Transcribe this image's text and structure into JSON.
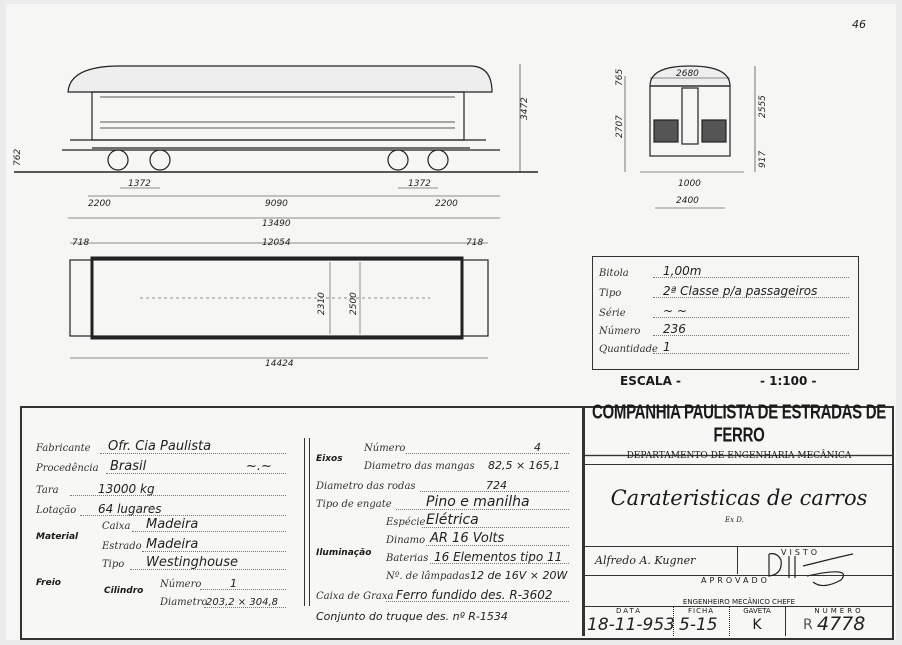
{
  "sheet_number": "46",
  "side_view": {
    "height": "3472",
    "floor_height": "762",
    "bogie_wheelbase_left": "1372",
    "bogie_wheelbase_right": "1372",
    "overhang_left": "2200",
    "bogie_centers": "9090",
    "overhang_right": "2200",
    "body_length": "13490"
  },
  "plan_view": {
    "end_left": "718",
    "body_inner": "12054",
    "end_right": "718",
    "inner_width": "2310",
    "outer_width": "2500",
    "total_length": "14424"
  },
  "end_view": {
    "width_top": "2680",
    "roof": "765",
    "height_total": "2707",
    "height_body": "2555",
    "floor": "917",
    "gauge": "1000",
    "track_width": "2400"
  },
  "spec": [
    {
      "label": "Bitola",
      "value": "1,00m"
    },
    {
      "label": "Tipo",
      "value": "2ª Classe p/a passageiros"
    },
    {
      "label": "Série",
      "value": "~ ~"
    },
    {
      "label": "Número",
      "value": "236"
    },
    {
      "label": "Quantidade",
      "value": "1"
    }
  ],
  "scale": {
    "label": "ESCALA -",
    "value": "- 1:100 -"
  },
  "form": {
    "fabricante": {
      "label": "Fabricante",
      "value": "Ofr. Cia Paulista"
    },
    "procedencia": {
      "label": "Procedência",
      "value": "Brasil",
      "extra": "~.~"
    },
    "tara": {
      "label": "Tara",
      "value": "13000 kg"
    },
    "lotacao": {
      "label": "Lotação",
      "value": "64 lugares"
    },
    "material": {
      "label": "Material",
      "caixa_label": "Caixa",
      "caixa": "Madeira",
      "estrado_label": "Estrado",
      "estrado": "Madeira"
    },
    "freio": {
      "label": "Freio",
      "tipo_label": "Tipo",
      "tipo": "Westinghouse",
      "cilindro_label": "Cilindro",
      "numero_label": "Número",
      "numero": "1",
      "diametro_label": "Diametro",
      "diametro": "203,2 × 304,8"
    },
    "eixos": {
      "label": "Eixos",
      "numero_label": "Número",
      "numero": "4",
      "mangas_label": "Diametro das mangas",
      "mangas": "82,5 × 165,1"
    },
    "rodas": {
      "label": "Diametro das rodas",
      "value": "724"
    },
    "engate": {
      "label": "Tipo de engate",
      "value": "Pino e manilha"
    },
    "iluminacao": {
      "label": "Iluminação",
      "especie_label": "Espécie",
      "especie": "Elétrica",
      "dinamo_label": "Dinamo",
      "dinamo": "AR 16 Volts",
      "baterias_label": "Baterias",
      "baterias": "16 Elementos tipo 11",
      "lampadas_label": "Nº. de lâmpadas",
      "lampadas": "12 de 16V × 20W"
    },
    "graxa": {
      "label": "Caixa de Graxa",
      "value": "Ferro fundido des. R-3602"
    },
    "truque": "Conjunto do truque des. nº R-1534"
  },
  "title_block": {
    "company": "COMPANHIA PAULISTA DE ESTRADAS DE FERRO",
    "department": "DEPARTAMENTO DE ENGENHARIA MECÂNICA",
    "title": "Carateristicas de carros",
    "subtitle": "Ex D.",
    "signature": "Alfredo A. Kugner",
    "visto": "VISTO",
    "aprovado": "APROVADO",
    "chief": "ENGENHEIRO MECÂNICO CHEFE",
    "data_label": "DATA",
    "data": "18-11-953",
    "ficha_label": "FICHA",
    "ficha": "5-15",
    "gaveta_label": "GAVETA",
    "gaveta": "K",
    "numero_label": "NUMERO",
    "numero_prefix": "R",
    "numero": "4778"
  }
}
